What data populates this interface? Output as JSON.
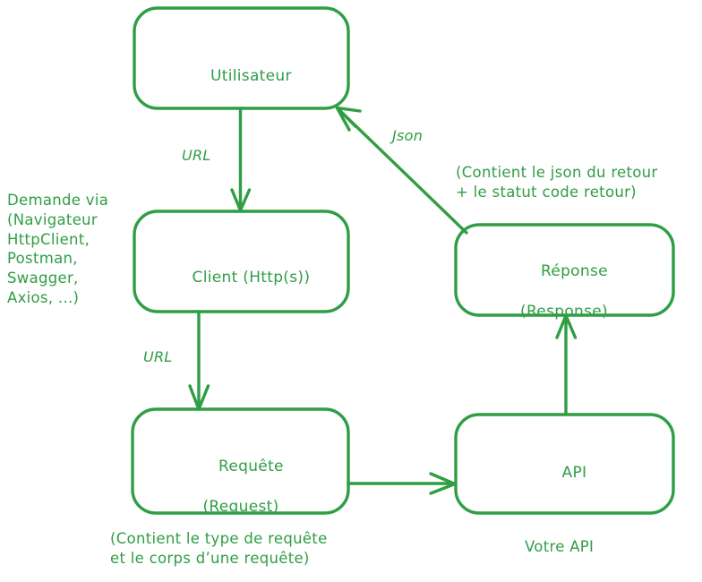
{
  "theme": {
    "stroke_color": "#2f9e44",
    "background": "#ffffff"
  },
  "diagram": {
    "title": "",
    "type": "flowchart",
    "nodes": [
      {
        "id": "utilisateur",
        "label": "Utilisateur",
        "sublabel": ""
      },
      {
        "id": "client",
        "label": "Client (Http(s))",
        "sublabel": ""
      },
      {
        "id": "requete",
        "label": "Requête",
        "sublabel": "(Request)"
      },
      {
        "id": "reponse",
        "label": "Réponse",
        "sublabel": "(Response)"
      },
      {
        "id": "api",
        "label": "API",
        "sublabel": ""
      }
    ],
    "edges": [
      {
        "id": "utilisateur-client",
        "from": "utilisateur",
        "to": "client",
        "label": "URL"
      },
      {
        "id": "client-requete",
        "from": "client",
        "to": "requete",
        "label": "URL"
      },
      {
        "id": "requete-api",
        "from": "requete",
        "to": "api",
        "label": ""
      },
      {
        "id": "api-reponse",
        "from": "api",
        "to": "reponse",
        "label": ""
      },
      {
        "id": "reponse-utilisateur",
        "from": "reponse",
        "to": "utilisateur",
        "label": "Json"
      }
    ],
    "annotations": [
      {
        "id": "demande-via",
        "text": "Demande via\n(Navigateur\nHttpClient,\nPostman,\nSwagger,\nAxios, ...)"
      },
      {
        "id": "json-retour",
        "text": "(Contient le json du retour\n+ le statut code retour)"
      },
      {
        "id": "contenu-requete",
        "text": "(Contient le type de requête\net le corps d’une requête)"
      },
      {
        "id": "votre-api",
        "text": "Votre API"
      }
    ]
  }
}
